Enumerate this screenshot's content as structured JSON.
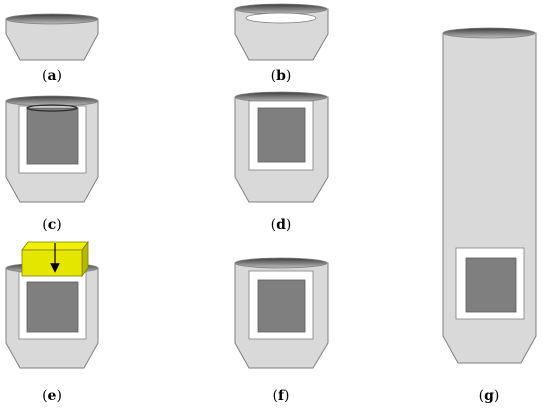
{
  "panels": [
    {
      "id": "a",
      "label_open": "(",
      "letter": "a",
      "label_close": ")"
    },
    {
      "id": "b",
      "label_open": "(",
      "letter": "b",
      "label_close": ")"
    },
    {
      "id": "c",
      "label_open": "(",
      "letter": "c",
      "label_close": ")"
    },
    {
      "id": "d",
      "label_open": "(",
      "letter": "d",
      "label_close": ")"
    },
    {
      "id": "e",
      "label_open": "(",
      "letter": "e",
      "label_close": ")"
    },
    {
      "id": "f",
      "label_open": "(",
      "letter": "f",
      "label_close": ")"
    },
    {
      "id": "g",
      "label_open": "(",
      "letter": "g",
      "label_close": ")"
    }
  ],
  "colors": {
    "body": "#d9d9d9",
    "outline": "#7f7f7f",
    "rim_dark": "#595959",
    "insert_core": "#7f7f7f",
    "insert_frame": "#ffffff",
    "block": "#e5e600",
    "block_outline": "#7f7f00"
  }
}
